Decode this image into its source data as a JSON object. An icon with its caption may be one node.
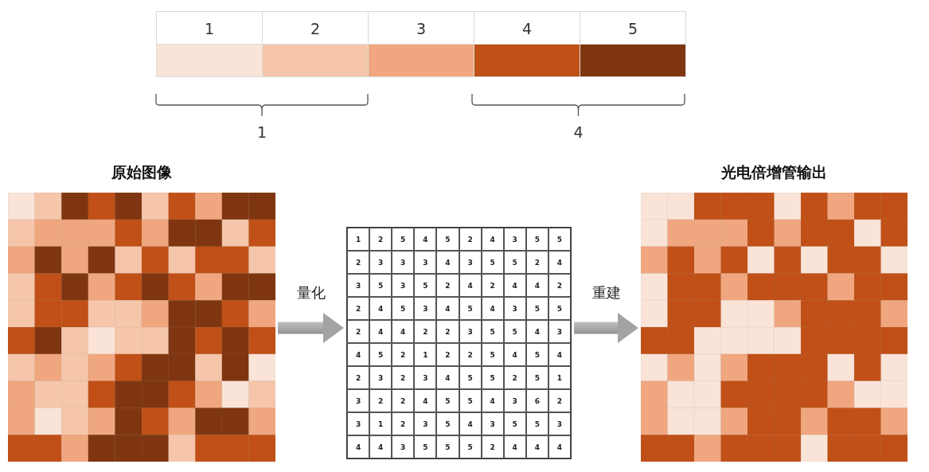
{
  "diagram": {
    "nodes": [
      {
        "text": [
          "原始图像"
        ]
      },
      {
        "text": [],
        "shape": "box"
      },
      {
        "text": [
          "光电倍增管输出"
        ]
      }
    ],
    "edges": [
      {
        "from": 0,
        "to": 1,
        "arrow": "to",
        "label": "量化"
      },
      {
        "from": 1,
        "to": 2,
        "arrow": "to",
        "label": "重建"
      }
    ],
    "labels": [
      "1",
      "4",
      "1",
      "2",
      "5",
      "4",
      "5",
      "2",
      "4",
      "3",
      "5",
      "5",
      "2",
      "3",
      "3",
      "3",
      "4",
      "3",
      "5",
      "5",
      "2",
      "4",
      "3",
      "5",
      "3",
      "5",
      "2",
      "4",
      "2",
      "4",
      "4",
      "2",
      "2",
      "4",
      "5",
      "3",
      "4",
      "5",
      "4",
      "3",
      "5",
      "5",
      "2",
      "4",
      "4",
      "2",
      "2",
      "3",
      "5",
      "5",
      "4",
      "3",
      "4",
      "5",
      "2",
      "1",
      "2",
      "2",
      "5",
      "4",
      "5",
      "4",
      "2",
      "3",
      "2",
      "3",
      "4",
      "5",
      "5",
      "2",
      "5",
      "1",
      "3",
      "2",
      "2",
      "4",
      "5",
      "5",
      "4",
      "3",
      "6",
      "2",
      "3",
      "1",
      "2",
      "3",
      "5",
      "4",
      "3",
      "5",
      "5",
      "3",
      "4",
      "4",
      "3",
      "5",
      "5",
      "5",
      "2",
      "4",
      "4",
      "4"
    ],
    "legend": [
      {
        "text": "1",
        "color": "#fae3d7"
      },
      {
        "text": "2",
        "color": "#f5c6a9"
      },
      {
        "text": "3",
        "color": "#f0a77f"
      },
      {
        "text": "4",
        "color": "#c05017"
      },
      {
        "text": "5",
        "color": "#7f3610"
      }
    ]
  }
}
